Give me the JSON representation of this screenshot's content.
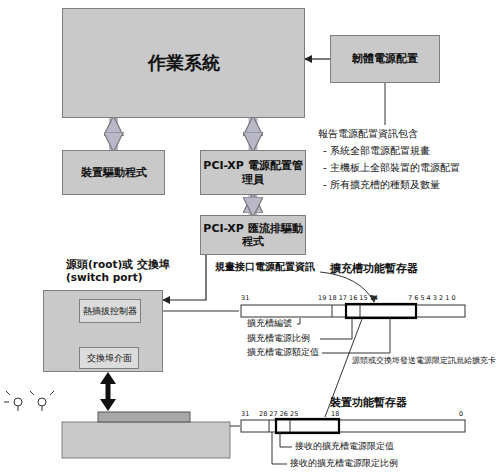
{
  "diagram": {
    "nodes": [
      {
        "text": [
          "作業系統"
        ]
      },
      {
        "text": [
          "韌體電源配置"
        ]
      },
      {
        "text": [
          "裝置驅動程式"
        ]
      },
      {
        "text": [
          "PCI-XP 電源配置管理員"
        ]
      },
      {
        "text": [
          "PCI-XP 匯流排驅動程式"
        ]
      },
      {
        "text": [
          "源頭(root)或 交換埠(switch port)"
        ]
      },
      {
        "text": [
          "熱插拔控制器"
        ],
        "in": 5
      },
      {
        "text": [
          "交換埠介面"
        ],
        "in": 5
      }
    ],
    "edges": [
      {
        "from": 1,
        "to": 0,
        "arrow": "to"
      },
      {
        "from": 0,
        "to": 2,
        "arrow": "both"
      },
      {
        "from": 0,
        "to": 3,
        "arrow": "both"
      },
      {
        "from": 3,
        "to": 4,
        "arrow": "both"
      },
      {
        "from": 4,
        "to": 5,
        "label": "規畫接口電源配置資訊",
        "arrow": "to"
      },
      {
        "from": 6,
        "to": 7,
        "arrow": "none"
      }
    ],
    "labels": [
      "報告電源配置資訊包含",
      "- 系統全部電源配置規畫",
      "- 主機板上全部裝置的電源配置",
      "- 所有擴充槽的種類及數量",
      "擴充槽功能暫存器",
      "31",
      "19 18 17 16 15 14",
      "7 6 5 4 3 2 1 0",
      "擴充槽編號",
      "擴充槽電源比例",
      "擴充槽電源額定值",
      "源頭或交換埠發送電源限定訊息給擴充卡",
      "裝置功能暫存器",
      "31",
      "28 27 26 25",
      "18",
      "0",
      "接收的擴充槽電源限定值",
      "接收的擴充槽電源限定比例"
    ]
  }
}
